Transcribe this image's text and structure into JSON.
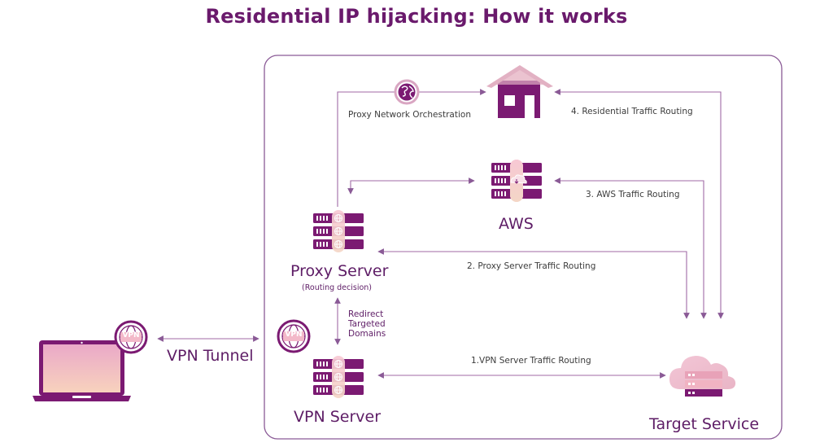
{
  "title": "Residential IP hijacking: How it works",
  "nodes": {
    "laptop": {
      "vpn_badge": "VPN"
    },
    "vpn_tunnel": {
      "label": "VPN Tunnel"
    },
    "vpn_server": {
      "label": "VPN Server",
      "vpn_badge": "VPN"
    },
    "proxy_server": {
      "label": "Proxy Server",
      "sublabel": "(Routing decision)"
    },
    "aws": {
      "label": "AWS"
    },
    "residential": {
      "label": ""
    },
    "target_service": {
      "label": "Target Service"
    }
  },
  "edges": {
    "redirect": [
      "Redirect",
      "Targeted",
      "Domains"
    ],
    "proxy_orchestration": "Proxy Network Orchestration",
    "route1": "1.VPN Server Traffic Routing",
    "route2": "2. Proxy Server Traffic Routing",
    "route3": "3. AWS Traffic Routing",
    "route4": "4. Residential Traffic Routing"
  },
  "colors": {
    "primary": "#7b1a72",
    "title": "#6a1a6c",
    "line": "#a06aa6",
    "frame": "#8a5a96",
    "light_pink": "#f0c6d2",
    "peach": "#f6cfc0"
  }
}
